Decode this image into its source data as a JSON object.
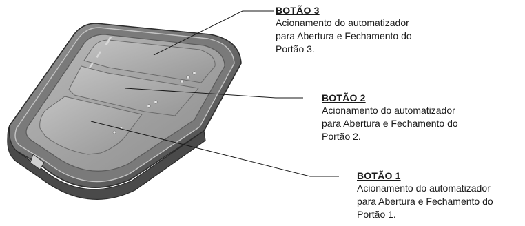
{
  "callouts": [
    {
      "title": "BOTÃO 3",
      "lines": [
        "Acionamento do automatizador",
        "para Abertura e Fechamento do",
        "Portão 3."
      ]
    },
    {
      "title": "BOTÃO 2",
      "lines": [
        "Acionamento do automatizador",
        "para Abertura e Fechamento do",
        "Portão 2."
      ]
    },
    {
      "title": "BOTÃO 1",
      "lines": [
        "Acionamento do automatizador",
        "para Abertura e Fechamento do",
        "Portão 1."
      ]
    }
  ]
}
